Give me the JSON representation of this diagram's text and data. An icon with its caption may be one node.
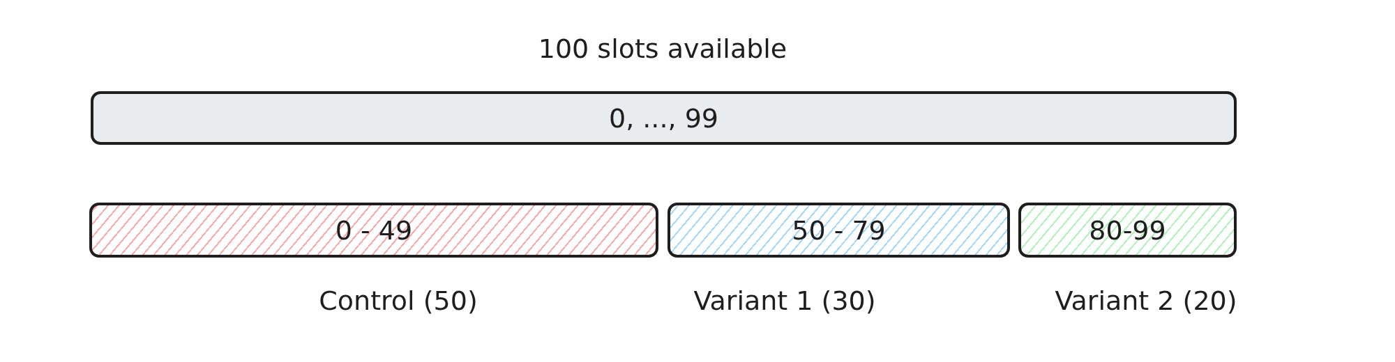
{
  "diagram": {
    "title": "100 slots available",
    "nodes": [
      {
        "text": [
          "0, ..., 99"
        ]
      },
      {
        "text": [
          "0 - 49"
        ],
        "beside": [
          "Control (50)"
        ]
      },
      {
        "text": [
          "50 - 79"
        ],
        "beside": [
          "Variant 1 (30)"
        ]
      },
      {
        "text": [
          "80-99"
        ],
        "beside": [
          "Variant 2 (20)"
        ]
      }
    ],
    "edges": []
  }
}
